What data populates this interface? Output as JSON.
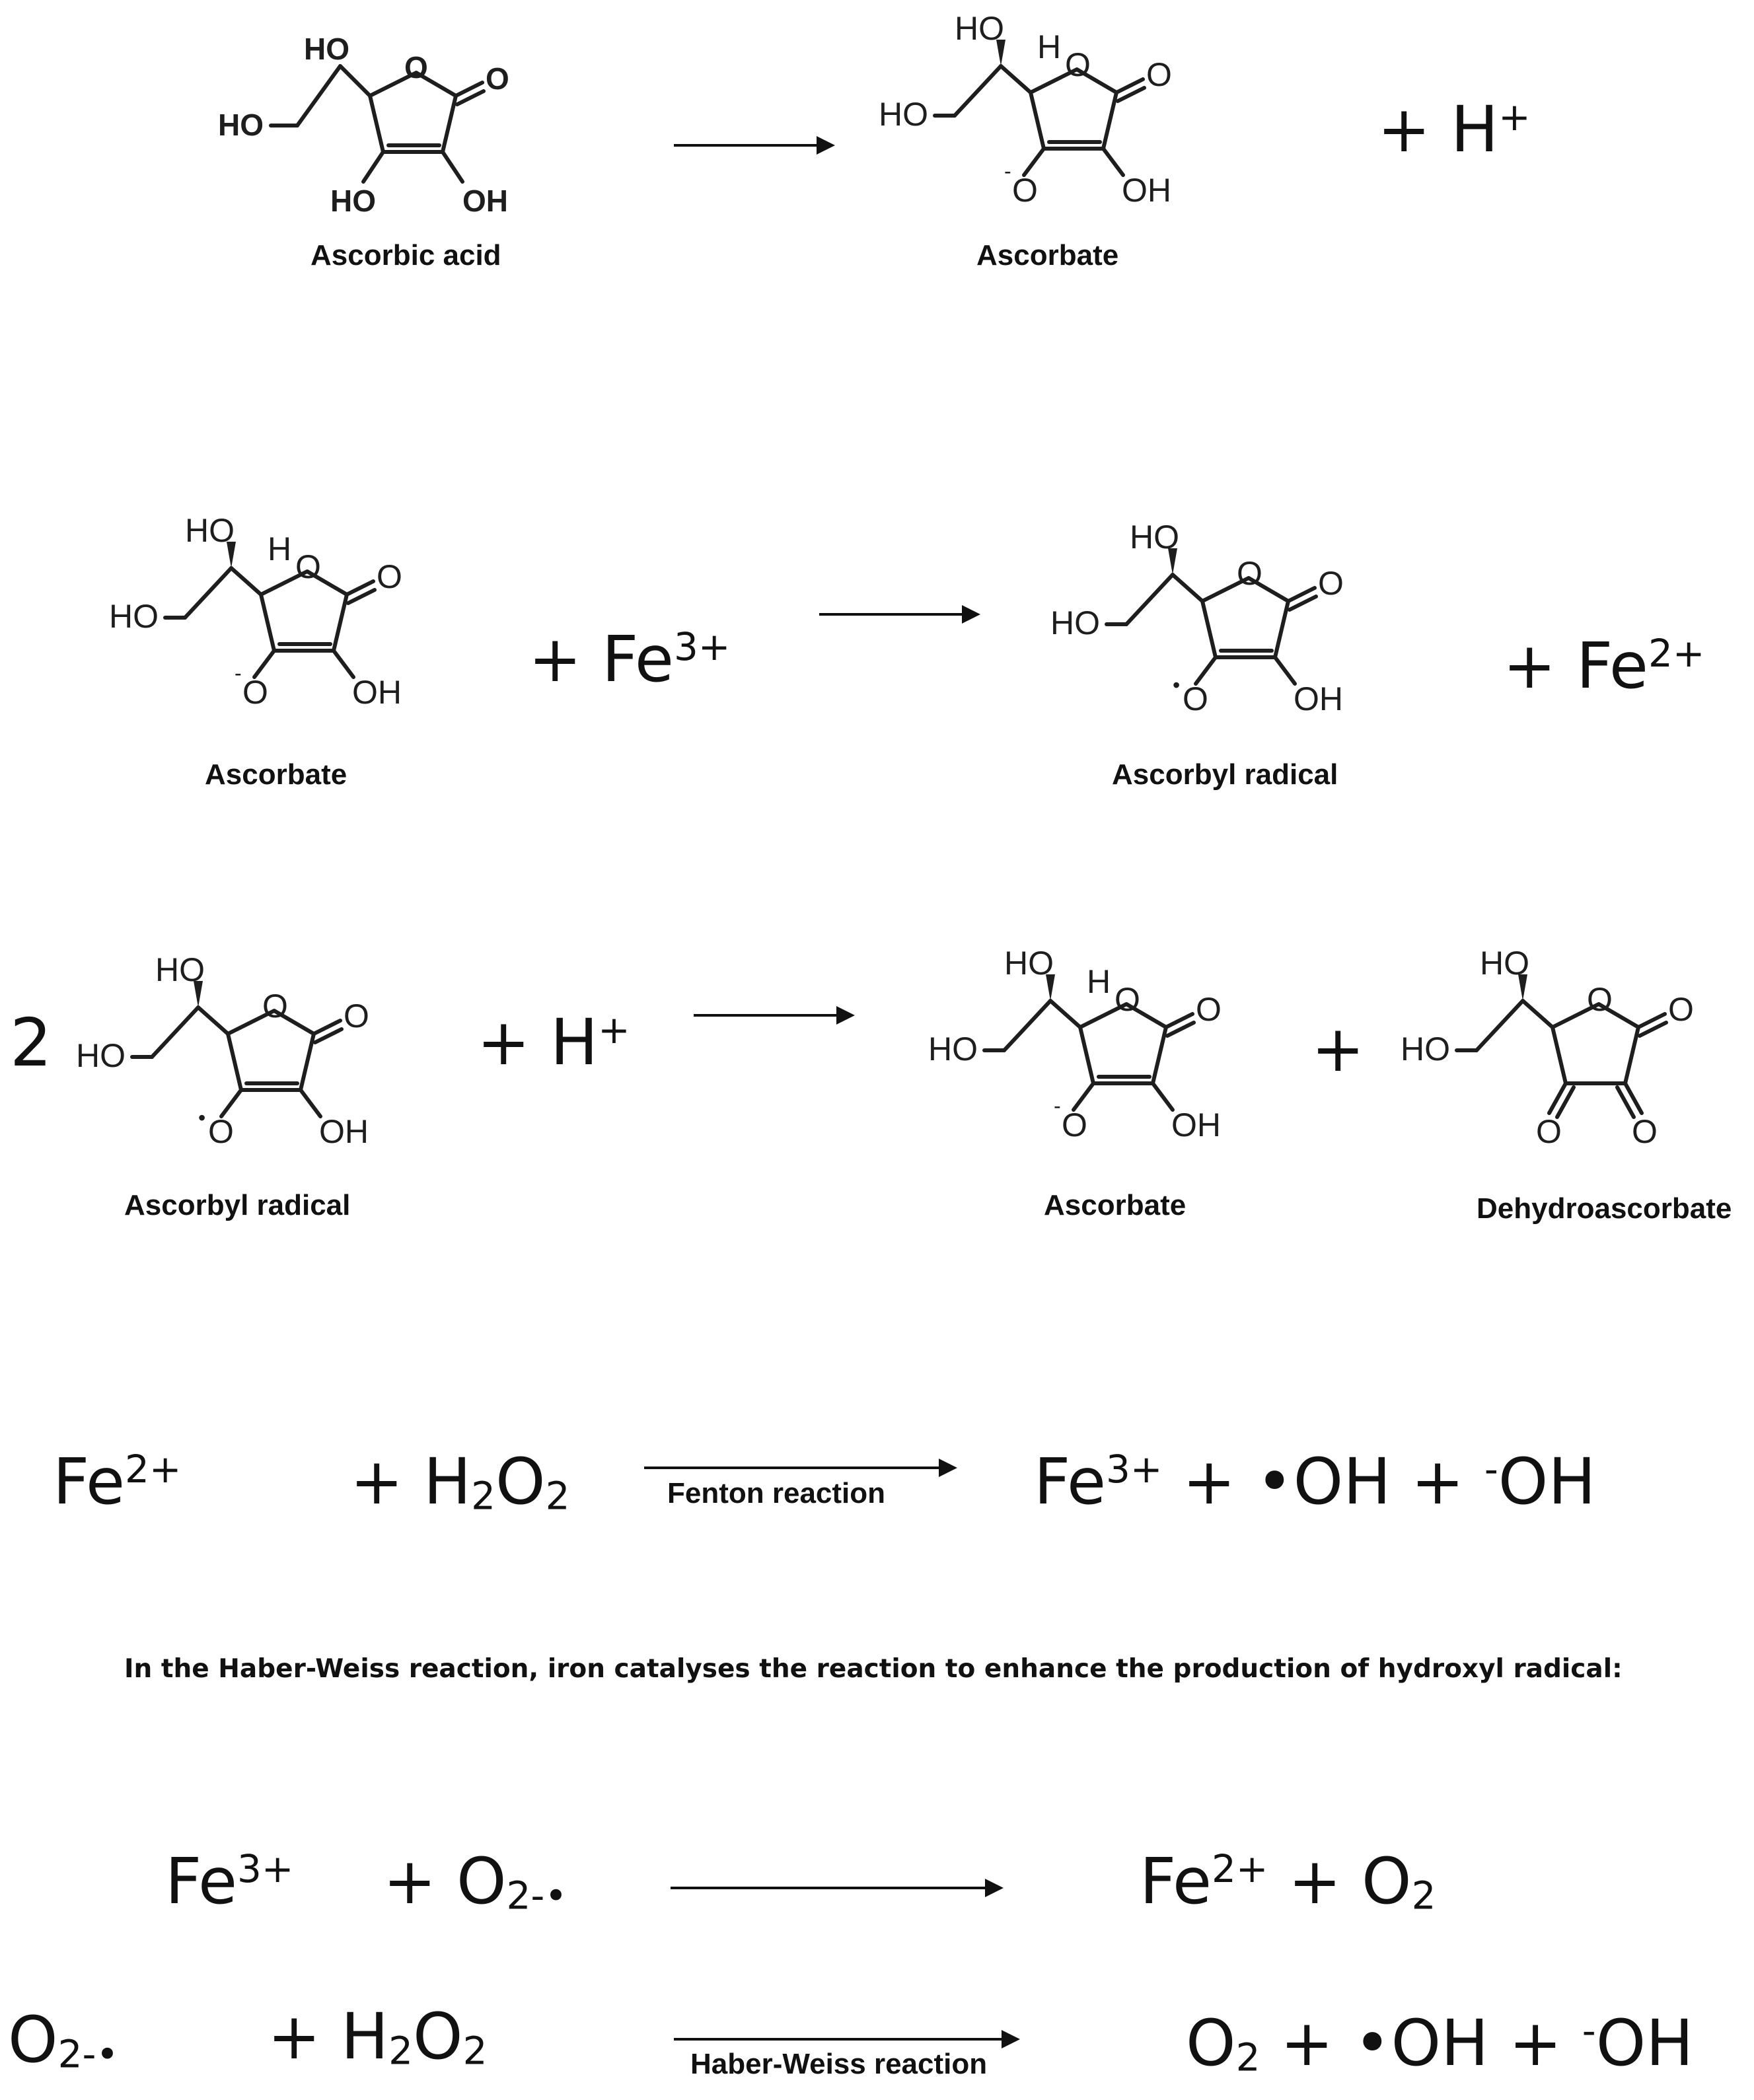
{
  "reaction1": {
    "reactant_label": "Ascorbic acid",
    "product_label": "Ascorbate",
    "plus_h": "+ H",
    "plus_h_charge": "+"
  },
  "reaction2": {
    "reactant_label": "Ascorbate",
    "plus_fe": "+ Fe",
    "plus_fe_charge": "3+",
    "product_label": "Ascorbyl radical",
    "product_fe": "+ Fe",
    "product_fe_charge": "2+"
  },
  "reaction3": {
    "coefficient": "2",
    "reactant_label": "Ascorbyl radical",
    "plus_h": "+ H",
    "plus_h_charge": "+",
    "product1_label": "Ascorbate",
    "plus": "+",
    "product2_label": "Dehydroascorbate"
  },
  "fenton": {
    "fe": "Fe",
    "fe_charge": "2+",
    "plus_h2o2": "+ H",
    "h2o2_sub1": "2",
    "h2o2_o": "O",
    "h2o2_sub2": "2",
    "arrow_label": "Fenton reaction",
    "product_fe": "Fe",
    "product_fe_charge": "3+",
    "product_rest": " + •OH + ",
    "product_minus": "-",
    "product_oh": "OH"
  },
  "sentence": "In the Haber-Weiss reaction, iron catalyses the reaction to enhance the production of hydroxyl radical:",
  "haber1": {
    "fe": "Fe",
    "fe_charge": "3+",
    "plus_o": "+ O",
    "o_sub": "2-•",
    "product_fe": "Fe",
    "product_fe_charge": "2+",
    "product_rest": " + O",
    "product_sub": "2"
  },
  "haber2": {
    "o": "O",
    "o_sub": "2-•",
    "plus_h2o2": "+ H",
    "h2o2_sub1": "2",
    "h2o2_o": "O",
    "h2o2_sub2": "2",
    "arrow_label": "Haber-Weiss reaction",
    "product_o": "O",
    "product_sub": "2",
    "product_rest": " + •OH + ",
    "product_minus": "-",
    "product_oh": "OH"
  },
  "atoms": {
    "ho": "HO",
    "oh": "OH",
    "o": "O",
    "h": "H",
    "minus": "-",
    "dot": "•"
  }
}
